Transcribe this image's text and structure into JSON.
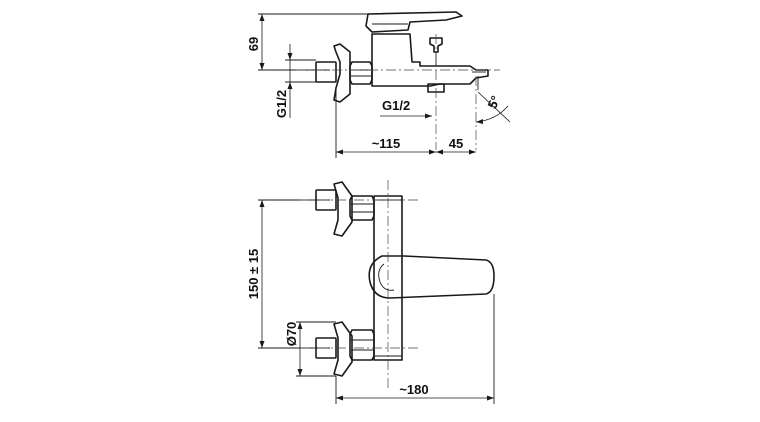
{
  "dimensions": {
    "top_height": "69",
    "inlet_thread_left": "G1/2",
    "outlet_thread": "G1/2",
    "spout_angle": "5°",
    "body_length": "~115",
    "spout_offset": "45",
    "connection_spacing": "150 ± 15",
    "cover_diameter": "Ø70",
    "total_projection": "~180"
  }
}
